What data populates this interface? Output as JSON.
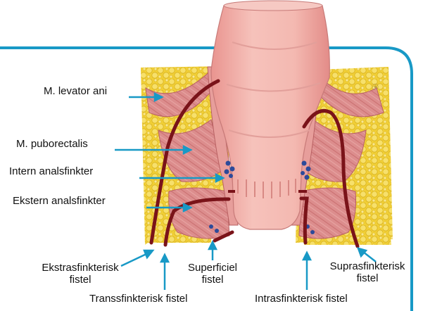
{
  "colors": {
    "frame": "#1899c6",
    "arrow": "#1899c6",
    "fat": "#f1cf36",
    "muscle": "#dc8d8d",
    "mucosa": "#f2b4ad",
    "fistula": "#7a1319",
    "vessel": "#2c4a9a"
  },
  "labels": {
    "levator": "M. levator ani",
    "puborectalis": "M. puborectalis",
    "internal_sphincter": "Intern analsfinkter",
    "external_sphincter": "Ekstern analsfinkter",
    "extrasphincteric": [
      "Ekstrasfinkterisk",
      "fistel"
    ],
    "transsphincteric": "Transsfinkterisk fistel",
    "superficial": [
      "Superficiel",
      "fistel"
    ],
    "intrasphincteric": "Intrasfinkterisk fistel",
    "suprasphincteric": [
      "Suprasfinkterisk",
      "fistel"
    ]
  }
}
